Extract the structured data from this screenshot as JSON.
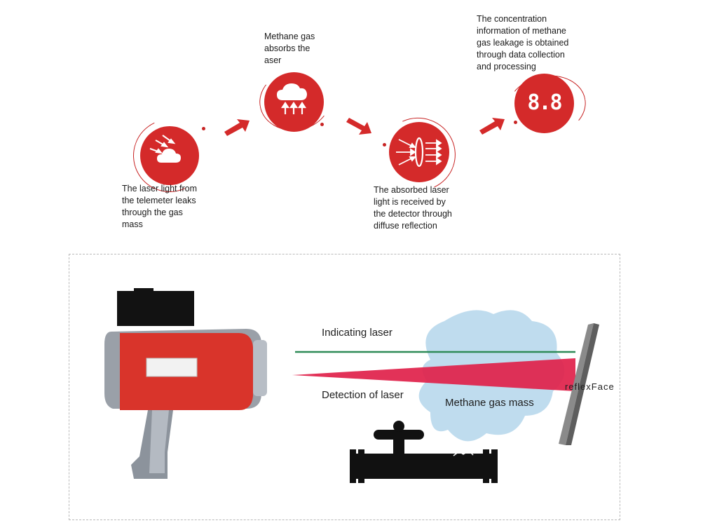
{
  "steps": [
    {
      "text": "The laser light from\nthe telemeter leaks\nthrough the gas\nmass",
      "icon": "cloud-laser-icon"
    },
    {
      "text": "Methane gas\nabsorbs the\naser",
      "icon": "cloud-absorb-icon"
    },
    {
      "text": "The absorbed laser\nlight is received by\nthe detector through\ndiffuse reflection",
      "icon": "lens-detector-icon"
    },
    {
      "text": "The concentration\ninformation of methane\ngas leakage is obtained\nthrough data collection\nand processing",
      "icon": "digital-display-icon"
    }
  ],
  "display_value": "8.8",
  "diagram": {
    "indicating_laser": "Indicating laser",
    "detection_laser": "Detection of laser",
    "gas_mass": "Methane gas mass",
    "reflect_face": "reflexFace"
  },
  "colors": {
    "brand_red": "#d42a2a",
    "laser_green": "#2e8b57",
    "laser_red": "#e0214a",
    "gas_blue": "#aacfe8"
  }
}
